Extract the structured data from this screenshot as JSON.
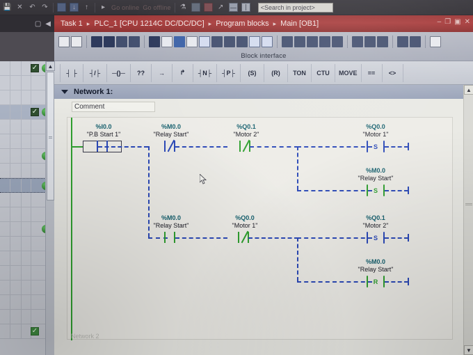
{
  "app": {
    "search_placeholder": "<Search in project>",
    "window_controls": [
      "minimize",
      "restore",
      "maximize",
      "close"
    ],
    "top_toolbar_icons": [
      "save-icon",
      "cut-icon",
      "undo-icon",
      "redo-icon",
      "download-to-device-icon",
      "upload-from-device-icon",
      "start-simulation-icon",
      "go-online-icon",
      "go-offline-icon",
      "monitor-icon",
      "start-cpu-icon",
      "stop-cpu-icon",
      "cross-reference-icon",
      "split-horizontal-icon",
      "split-vertical-icon"
    ],
    "dim_labels": [
      "Go online",
      "Go offline"
    ]
  },
  "breadcrumb": {
    "items": [
      "Task 1",
      "PLC_1 [CPU 1214C DC/DC/DC]",
      "Program blocks",
      "Main [OB1]"
    ],
    "separator": "▸",
    "back_icon": "back-arrow-icon",
    "pin_icon": "pin-icon"
  },
  "editor_toolbar": {
    "block_interface_label": "Block interface",
    "icons": [
      "insert-network-icon",
      "properties-icon",
      "add-new-icon",
      "delete-network-icon",
      "upload-block-icon",
      "download-block-icon",
      "go-to-icon",
      "show-all-icon",
      "absolute-relative-icon",
      "symbolic-addressing-icon",
      "comment-toggle-icon",
      "collapse-network-icon",
      "expand-network-icon",
      "favorites-icon",
      "fit-window-icon",
      "monitoring-on-icon",
      "bookmark-icon",
      "bookmark-delete-icon",
      "bookmark-prev-icon",
      "bookmark-next-icon",
      "modify-icon",
      "indent-icon",
      "outdent-icon",
      "wrap-icon",
      "undo-nav-icon",
      "redo-nav-icon",
      "more-icon",
      "print-preview-icon"
    ]
  },
  "palette": {
    "items": [
      {
        "name": "no-contact",
        "label": "┤ ├"
      },
      {
        "name": "nc-contact",
        "label": "┤/├"
      },
      {
        "name": "coil",
        "label": "─()─"
      },
      {
        "name": "empty-box",
        "label": "??"
      },
      {
        "name": "open-branch",
        "label": "→"
      },
      {
        "name": "close-branch",
        "label": "↱"
      },
      {
        "name": "p-n-negative-edge",
        "label": "┤N├"
      },
      {
        "name": "p-n-positive-edge",
        "label": "┤P├"
      },
      {
        "name": "set-coil",
        "label": "(S)"
      },
      {
        "name": "reset-coil",
        "label": "(R)"
      },
      {
        "name": "ton-timer",
        "label": "TON"
      },
      {
        "name": "ctu-counter",
        "label": "CTU"
      },
      {
        "name": "move-box",
        "label": "MOVE"
      },
      {
        "name": "compare-equal",
        "label": "=="
      },
      {
        "name": "compare-not-equal",
        "label": "<>"
      }
    ]
  },
  "block_interface_panel": {
    "rows": [
      {
        "checked": true,
        "dot": true,
        "highlight": false,
        "selected": false
      },
      {
        "checked": false,
        "dot": false,
        "highlight": false,
        "selected": false
      },
      {
        "checked": false,
        "dot": false,
        "highlight": false,
        "selected": false
      },
      {
        "checked": true,
        "dot": true,
        "highlight": true,
        "selected": false
      },
      {
        "checked": false,
        "dot": false,
        "highlight": false,
        "selected": false
      },
      {
        "checked": false,
        "dot": false,
        "highlight": false,
        "selected": false
      },
      {
        "checked": false,
        "dot": true,
        "highlight": false,
        "selected": false
      },
      {
        "checked": false,
        "dot": false,
        "highlight": false,
        "selected": false
      },
      {
        "checked": false,
        "dot": true,
        "highlight": false,
        "selected": true
      },
      {
        "checked": false,
        "dot": false,
        "highlight": false,
        "selected": false
      },
      {
        "checked": false,
        "dot": false,
        "highlight": false,
        "selected": false
      },
      {
        "checked": false,
        "dot": true,
        "highlight": false,
        "selected": false
      },
      {
        "checked": false,
        "dot": false,
        "highlight": false,
        "selected": false
      },
      {
        "checked": false,
        "dot": false,
        "highlight": false,
        "selected": false
      },
      {
        "checked": false,
        "dot": false,
        "highlight": false,
        "selected": false
      },
      {
        "checked": false,
        "dot": false,
        "highlight": false,
        "selected": false
      },
      {
        "checked": false,
        "dot": false,
        "highlight": false,
        "selected": false
      },
      {
        "checked": false,
        "dot": false,
        "highlight": false,
        "selected": false
      },
      {
        "checked": true,
        "dot": false,
        "highlight": false,
        "selected": false
      }
    ],
    "scroll_up_icon": "chevron-up-icon"
  },
  "network": {
    "title": "Network 1:",
    "collapse_icon": "triangle-down-icon",
    "comment_placeholder": "Comment",
    "next_network_label": "Network 2"
  },
  "ladder": {
    "rungs": [
      {
        "id": "rung-1",
        "elements": [
          {
            "type": "no-contact",
            "addr": "%I0.0",
            "symbol": "\"P.B Start 1\"",
            "color": "#2b49b8",
            "selected": true
          },
          {
            "type": "nc-contact",
            "addr": "%M0.0",
            "symbol": "\"Relay Start\"",
            "color": "#2b49b8",
            "selected": false
          },
          {
            "type": "nc-contact",
            "addr": "%Q0.1",
            "symbol": "\"Motor 2\"",
            "color": "#2fa02f",
            "selected": false
          }
        ],
        "outputs": [
          {
            "type": "set-coil",
            "letter": "S",
            "addr": "%Q0.0",
            "symbol": "\"Motor 1\"",
            "color": "#2b49b8"
          },
          {
            "type": "set-coil",
            "letter": "S",
            "addr": "%M0.0",
            "symbol": "\"Relay Start\"",
            "color": "#2fa02f"
          }
        ]
      },
      {
        "id": "rung-2-branch",
        "elements": [
          {
            "type": "no-contact",
            "addr": "%M0.0",
            "symbol": "\"Relay Start\"",
            "color": "#2fa02f",
            "selected": false
          },
          {
            "type": "nc-contact",
            "addr": "%Q0.0",
            "symbol": "\"Motor 1\"",
            "color": "#2fa02f",
            "selected": false
          }
        ],
        "outputs": [
          {
            "type": "set-coil",
            "letter": "S",
            "addr": "%Q0.1",
            "symbol": "\"Motor 2\"",
            "color": "#2b49b8"
          },
          {
            "type": "reset-coil",
            "letter": "R",
            "addr": "%M0.0",
            "symbol": "\"Relay Start\"",
            "color": "#2fa02f"
          }
        ]
      }
    ]
  },
  "colors": {
    "title_bar": "#a03a3a",
    "rail_green": "#2fa02f",
    "wire_blue": "#2b49b8",
    "addr_teal": "#15606e",
    "editor_bg": "#edece7"
  }
}
